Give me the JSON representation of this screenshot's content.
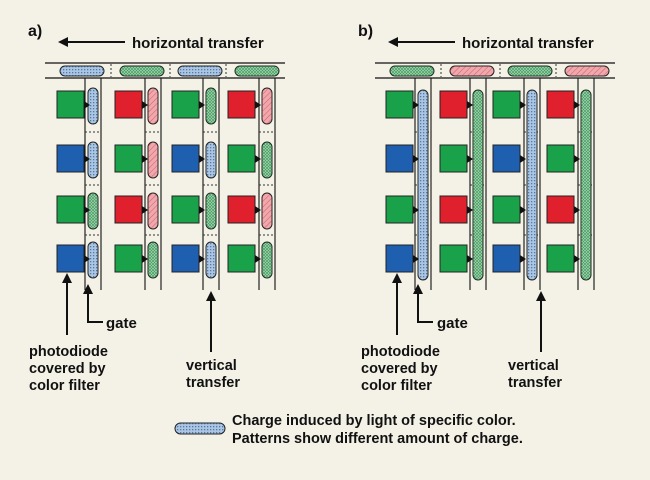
{
  "panels": [
    {
      "id": "a",
      "label": "a)",
      "top_label": "horizontal transfer",
      "top_capsules": [
        "blue",
        "green",
        "blue",
        "green"
      ],
      "photodiodes": [
        [
          "green",
          "red",
          "green",
          "red"
        ],
        [
          "blue",
          "green",
          "blue",
          "green"
        ],
        [
          "green",
          "red",
          "green",
          "red"
        ],
        [
          "blue",
          "green",
          "blue",
          "green"
        ]
      ],
      "vertical_charges": [
        [
          "blue",
          "red",
          "green",
          "red"
        ],
        [
          "blue",
          "red",
          "blue",
          "green"
        ],
        [
          "green",
          "red",
          "green",
          "red"
        ],
        [
          "blue",
          "green",
          "blue",
          "green"
        ]
      ],
      "label_photodiode": [
        "photodiode",
        "covered by",
        "color filter"
      ],
      "label_gate": "gate",
      "label_vertical": [
        "vertical",
        "transfer"
      ]
    },
    {
      "id": "b",
      "label": "b)",
      "top_label": "horizontal transfer",
      "top_capsules": [
        "green",
        "red",
        "green",
        "red"
      ],
      "photodiodes": [
        [
          "green",
          "red",
          "green",
          "red"
        ],
        [
          "blue",
          "green",
          "blue",
          "green"
        ],
        [
          "green",
          "red",
          "green",
          "red"
        ],
        [
          "blue",
          "green",
          "blue",
          "green"
        ]
      ],
      "vertical_charges": [
        "blue",
        "green",
        "blue",
        "green"
      ],
      "label_photodiode": [
        "photodiode",
        "covered by",
        "color filter"
      ],
      "label_gate": "gate",
      "label_vertical": [
        "vertical",
        "transfer"
      ]
    }
  ],
  "legend": {
    "line1": "Charge induced by light of specific color.",
    "line2": "Patterns show different amount of charge."
  },
  "colors": {
    "green": "#1aa24a",
    "red": "#e0202c",
    "blue": "#1f5fb0",
    "capsule_blue": "#a9c6e6",
    "capsule_green": "#a8dcb4",
    "capsule_red": "#f0a8ac",
    "background": "#f4f1e6"
  }
}
